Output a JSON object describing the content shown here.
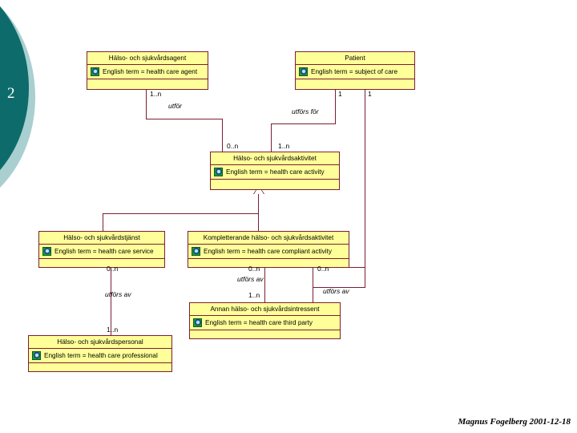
{
  "slide": {
    "number": "2",
    "signature": "Magnus Fogelberg 2001-12-18",
    "accent_dark": "#0D6B6B",
    "accent_light": "#A9CFD1",
    "box_fill": "#FFFF99",
    "line_color": "#7A1F33"
  },
  "classes": [
    {
      "id": "health-care-agent",
      "title": "Hälso- och sjukvårdsagent",
      "attribute": "English term = health care agent",
      "icon": "property-globe-icon"
    },
    {
      "id": "patient",
      "title": "Patient",
      "attribute": "English term = subject of care",
      "icon": "property-globe-icon"
    },
    {
      "id": "health-care-activity",
      "title": "Hälso- och sjukvårdsaktivitet",
      "attribute": "English term = health care activity",
      "icon": "property-globe-icon"
    },
    {
      "id": "health-care-service",
      "title": "Hälso- och sjukvårdstjänst",
      "attribute": "English term = health care service",
      "icon": "property-globe-icon"
    },
    {
      "id": "health-care-compliant-activity",
      "title": "Kompletterande hälso- och sjukvårdsaktivitet",
      "attribute": "English term = health care compliant activity",
      "icon": "property-globe-icon"
    },
    {
      "id": "health-care-third-party",
      "title": "Annan hälso- och sjukvårdsintressent",
      "attribute": "English term = health care third party",
      "icon": "property-globe-icon"
    },
    {
      "id": "health-care-professional",
      "title": "Hälso- och sjukvårdspersonal",
      "attribute": "English term = health care professional",
      "icon": "property-globe-icon"
    }
  ],
  "multiplicities": {
    "agent_end": "1..n",
    "activity_from_agent": "0..n",
    "patient_end": "1",
    "patient_end2": "1",
    "activity_from_patient": "1..n",
    "service_end": "0..n",
    "compliant_left_end": "0..n",
    "compliant_right_end": "0..n",
    "third_party_top": "1..n",
    "professional_end": "1..n"
  },
  "roles": {
    "utfor": "utför",
    "utfors_for": "utförs för",
    "utfors_av_left": "utförs av",
    "utfors_av_mid": "utförs av",
    "utfors_av_right": "utförs av"
  }
}
